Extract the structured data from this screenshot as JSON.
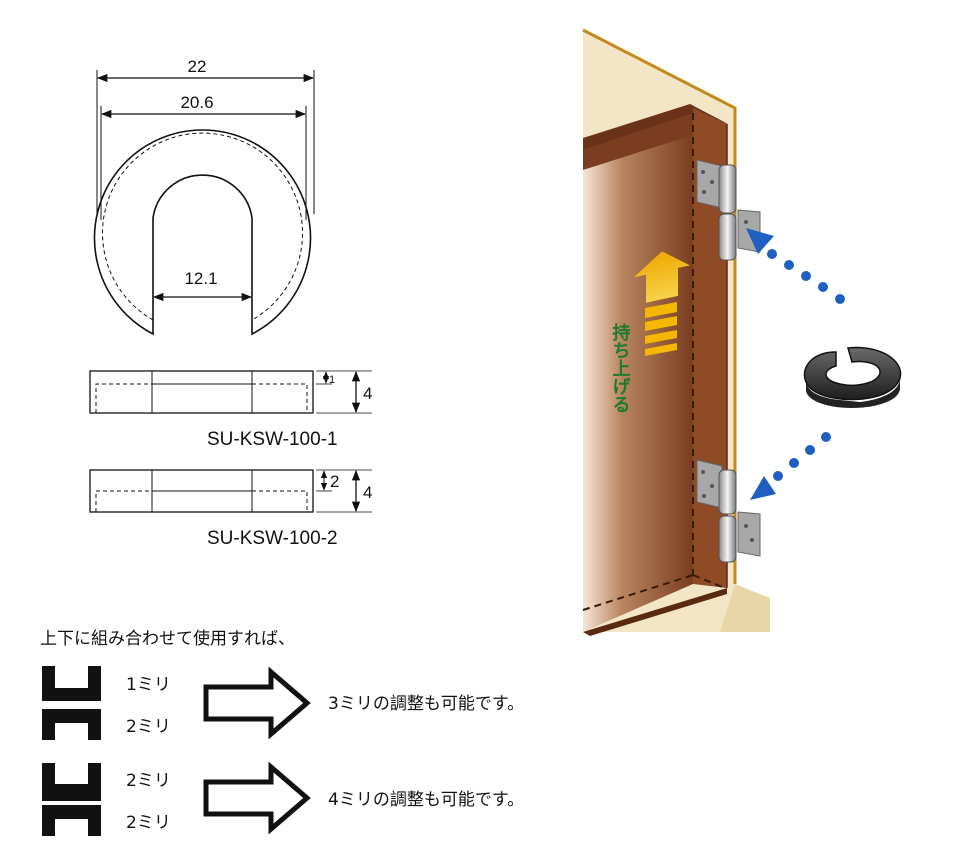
{
  "top_view": {
    "outer_dim": "22",
    "inner_dim": "20.6",
    "slot_dim": "12.1"
  },
  "side_views": [
    {
      "thickness": "1",
      "height": "4",
      "model": "SU-KSW-100-1"
    },
    {
      "thickness": "2",
      "height": "4",
      "model": "SU-KSW-100-2"
    }
  ],
  "combo_intro": "上下に組み合わせて使用すれば、",
  "combos": [
    {
      "top": "1ミリ",
      "bottom": "2ミリ",
      "result": "3ミリの調整も可能です。"
    },
    {
      "top": "2ミリ",
      "bottom": "2ミリ",
      "result": "4ミリの調整も可能です。"
    }
  ],
  "lift_label": "持ち上げる",
  "colors": {
    "door": "#8b4a2b",
    "wall": "#f2e3c0",
    "arrow_blue": "#1f5fbf",
    "arrow_yellow": "#f4b800",
    "lift_text": "#1e7a2e"
  }
}
